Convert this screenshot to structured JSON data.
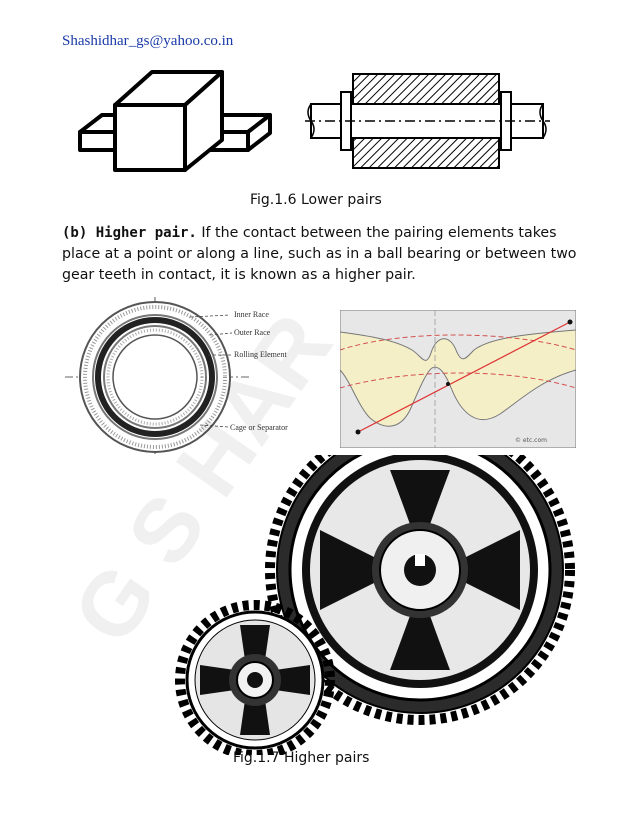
{
  "header": {
    "email": "Shashidhar_gs@yahoo.co.in"
  },
  "figures": {
    "lower_pairs_caption": "Fig.1.6 Lower pairs",
    "higher_pairs_caption": "Fig.1.7 Higher pairs"
  },
  "paragraph": {
    "lead": "(b) Higher pair.",
    "body": " If the contact between the pairing elements takes place at a point or along a line, such as in a ball bearing or between two gear teeth in contact, it is known as a higher pair."
  },
  "bearing_labels": [
    "Inner Race",
    "Outer Race",
    "Rolling Element",
    "Cage or Separator"
  ],
  "gear_figure_credit": "© etc.com",
  "watermark": "G S HAR"
}
